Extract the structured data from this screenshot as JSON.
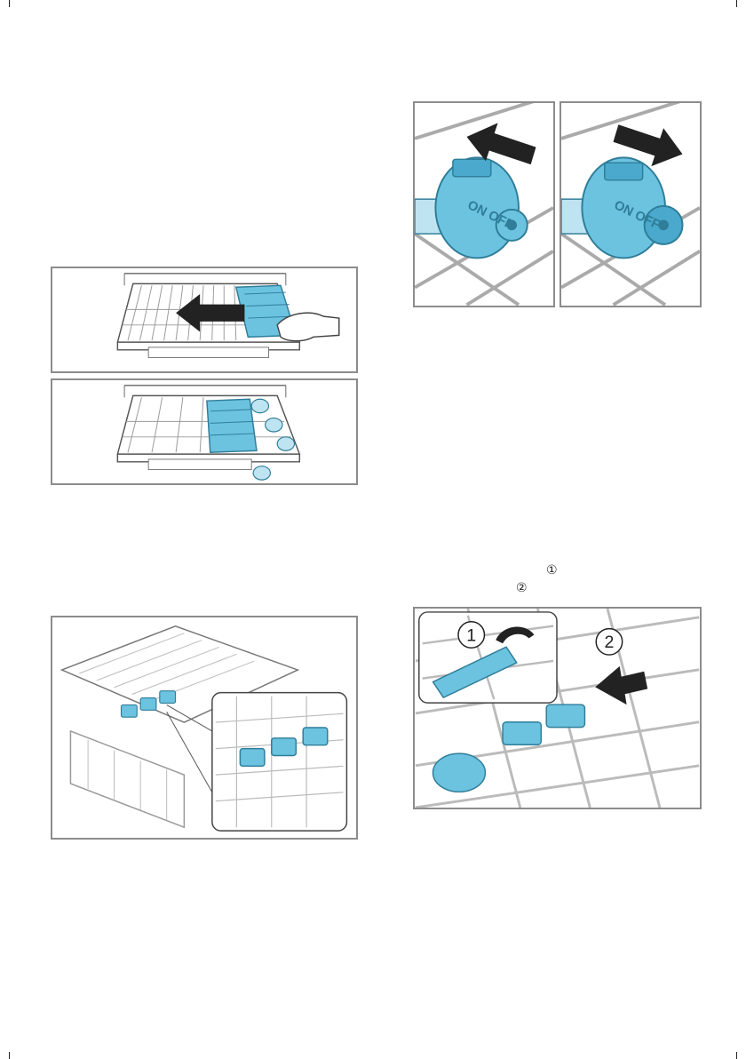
{
  "figures": {
    "upper_left": {
      "panel_top": {
        "icons": [
          "basket-rack-icon",
          "left-arrow-icon",
          "hand-icon",
          "cutlery-tray-icon"
        ]
      },
      "panel_bottom": {
        "icons": [
          "basket-rack-icon",
          "cutlery-tray-icon",
          "glasses-icon"
        ]
      }
    },
    "upper_right": {
      "panel_left": {
        "switch_text": "ON OFF",
        "icons": [
          "spray-arm-switch-icon",
          "up-left-arrow-icon"
        ]
      },
      "panel_right": {
        "switch_text": "ON OFF",
        "icons": [
          "spray-arm-switch-icon",
          "down-right-arrow-icon"
        ]
      }
    },
    "lower_left": {
      "icons": [
        "dishwasher-rack-icon",
        "spray-nozzle-icon",
        "magnifier-inset-icon"
      ]
    },
    "lower_right": {
      "step_1": "1",
      "step_2": "2",
      "icons": [
        "rotate-arrow-icon",
        "push-arrow-icon",
        "spray-nozzle-icon"
      ]
    }
  },
  "step_markers": {
    "first": "①",
    "second": "②"
  },
  "colors": {
    "accent_blue": "#6cc3e0",
    "frame_grey": "#8c8c8c"
  }
}
